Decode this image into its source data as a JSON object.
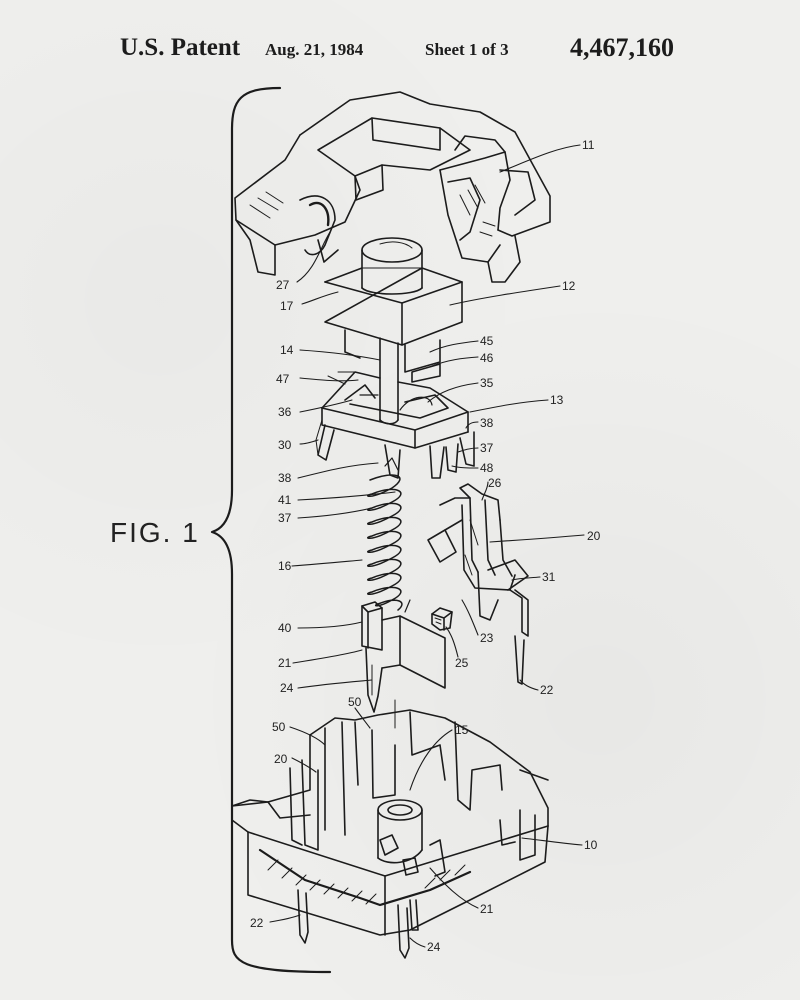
{
  "header": {
    "patent_label": "U.S. Patent",
    "date": "Aug. 21, 1984",
    "sheet": "Sheet 1 of 3",
    "patent_number": "4,467,160"
  },
  "figure": {
    "label": "FIG. 1",
    "reference_numerals": [
      "11",
      "27",
      "17",
      "12",
      "14",
      "45",
      "46",
      "47",
      "35",
      "36",
      "13",
      "30",
      "38",
      "37",
      "48",
      "38",
      "41",
      "26",
      "37",
      "20",
      "16",
      "31",
      "40",
      "23",
      "25",
      "21",
      "22",
      "24",
      "50",
      "50",
      "15",
      "20",
      "10",
      "21",
      "22",
      "24"
    ]
  },
  "colors": {
    "paper": "#efefed",
    "ink": "#1c1c1c"
  }
}
